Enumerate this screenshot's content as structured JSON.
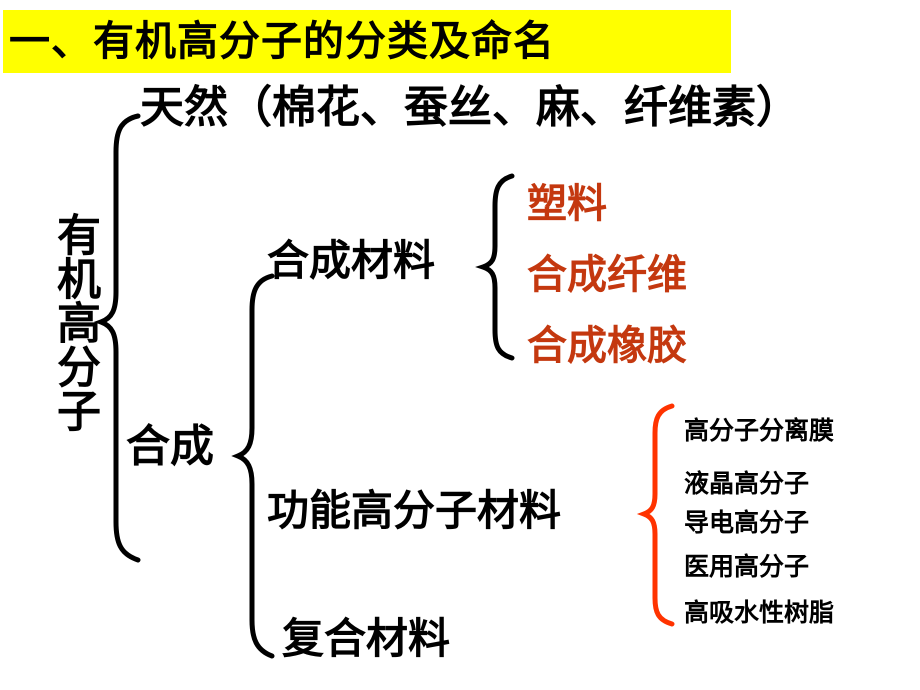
{
  "title": {
    "text": "一、有机高分子的分类及命名",
    "banner_color": "#ffff00",
    "text_color": "#000000"
  },
  "colors": {
    "accent_orange_text": "#c4380f",
    "accent_orange_brace": "#ff3300",
    "black": "#000000",
    "background": "#ffffff"
  },
  "diagram": {
    "root": "有机高分子",
    "level1": {
      "natural": "天然（棉花、蚕丝、麻、纤维素）",
      "synthetic": "合成"
    },
    "level2": {
      "synthetic_materials": "合成材料",
      "functional_materials": "功能高分子材料",
      "composite_materials": "复合材料"
    },
    "synthetic_material_items": [
      "塑料",
      "合成纤维",
      "合成橡胶"
    ],
    "functional_material_items": [
      "高分子分离膜",
      "液晶高分子",
      "导电高分子",
      "医用高分子",
      "高吸水性树脂"
    ]
  }
}
